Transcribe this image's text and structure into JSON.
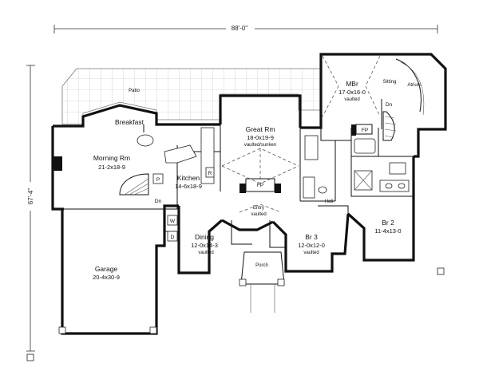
{
  "overall": {
    "width_label": "88'-0\"",
    "depth_label": "67'-4\""
  },
  "rooms": [
    {
      "id": "patio",
      "name": "Patio",
      "dims": "",
      "note": ""
    },
    {
      "id": "breakfast",
      "name": "Breakfast",
      "dims": "",
      "note": ""
    },
    {
      "id": "morning",
      "name": "Morning Rm",
      "dims": "21-2x18-9",
      "note": ""
    },
    {
      "id": "kitchen",
      "name": "Kitchen",
      "dims": "14-6x18-9",
      "note": ""
    },
    {
      "id": "great",
      "name": "Great Rm",
      "dims": "18-0x19-9",
      "note": "vaulted/sunken"
    },
    {
      "id": "mbr",
      "name": "MBr",
      "dims": "17-0x16-0",
      "note": "vaulted"
    },
    {
      "id": "sitting",
      "name": "Sitting",
      "dims": "",
      "note": ""
    },
    {
      "id": "atrium",
      "name": "Atrium",
      "dims": "",
      "note": ""
    },
    {
      "id": "entry",
      "name": "Entry",
      "dims": "",
      "note": "vaulted"
    },
    {
      "id": "hall",
      "name": "Hall",
      "dims": "",
      "note": ""
    },
    {
      "id": "dining",
      "name": "Dining",
      "dims": "12-0x14-3",
      "note": "vaulted"
    },
    {
      "id": "br3",
      "name": "Br 3",
      "dims": "12-0x12-0",
      "note": "vaulted"
    },
    {
      "id": "br2",
      "name": "Br 2",
      "dims": "11-4x13-0",
      "note": ""
    },
    {
      "id": "garage",
      "name": "Garage",
      "dims": "20-4x30-9",
      "note": ""
    },
    {
      "id": "porch",
      "name": "Porch",
      "dims": "",
      "note": ""
    }
  ],
  "symbols": {
    "fireplace": "FP",
    "refrigerator": "R",
    "pantry": "P",
    "washer": "W",
    "dryer": "D",
    "down": "Dn"
  }
}
